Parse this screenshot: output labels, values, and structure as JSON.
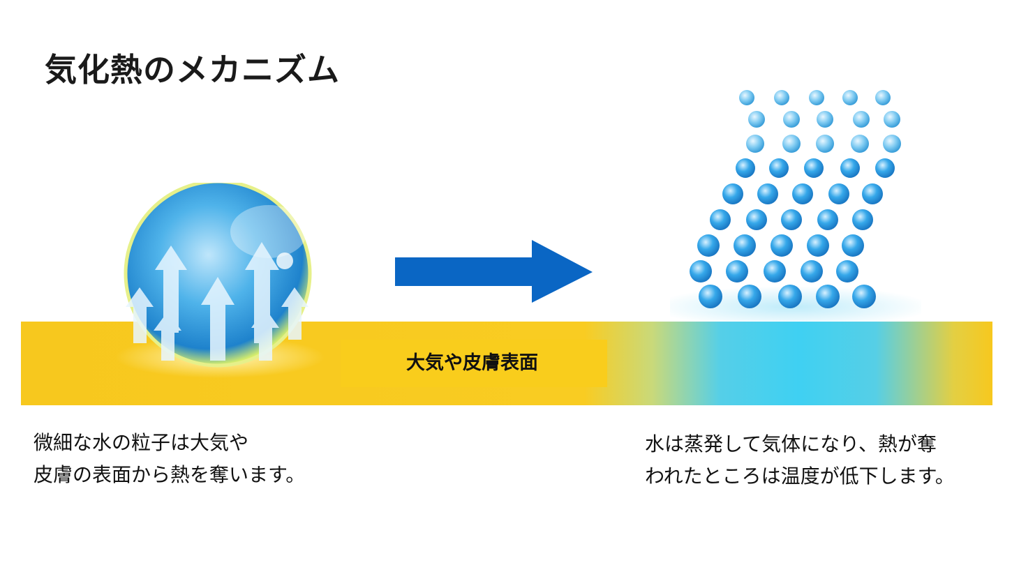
{
  "title": "気化熱のメカニズム",
  "surface_label": "大気や皮膚表面",
  "left_caption": {
    "line1": "微細な水の粒子は大気や",
    "line2": "皮膚の表面から熱を奪います。"
  },
  "right_caption": {
    "line1": "水は蒸発して気体になり、熱が奪",
    "line2": "われたところは温度が低下します。"
  },
  "icons": [
    "water-droplet-icon",
    "heat-up-arrows-icon",
    "right-arrow-icon",
    "water-vapor-particles-icon"
  ],
  "colors": {
    "surface_yellow": "#f7c81e",
    "cool_blue": "#3fd0f2",
    "arrow_blue": "#0a66c4",
    "particle_blue": "#2f9fe0"
  }
}
